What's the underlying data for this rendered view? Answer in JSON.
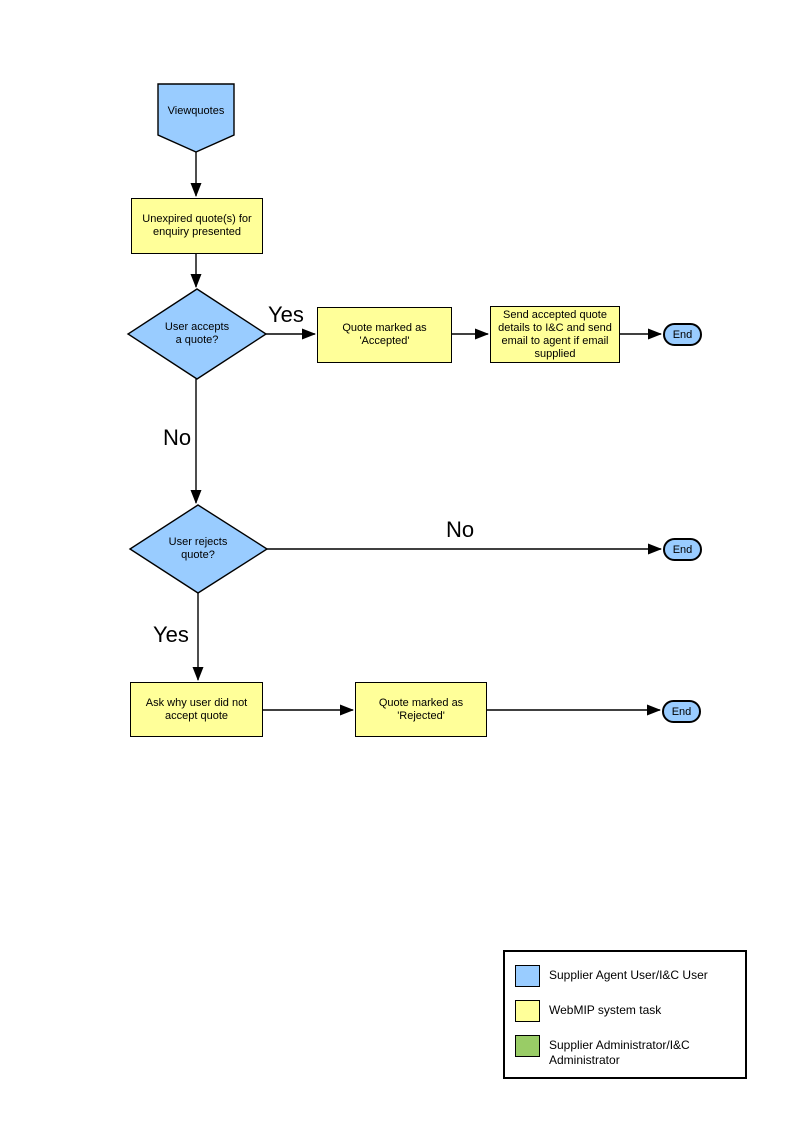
{
  "flowchart": {
    "start": {
      "label": "Viewquotes"
    },
    "steps": {
      "unexpired": {
        "label": "Unexpired quote(s) for enquiry presented"
      },
      "accepts": {
        "label": "User accepts a quote?"
      },
      "marked_accepted": {
        "label": "Quote  marked as 'Accepted'"
      },
      "send_details": {
        "label": "Send accepted quote details to I&C and send email to agent if email supplied"
      },
      "rejects": {
        "label": "User rejects quote?"
      },
      "ask_why": {
        "label": "Ask why user did not accept quote"
      },
      "marked_rejected": {
        "label": "Quote  marked as 'Rejected'"
      }
    },
    "terminators": {
      "end1": "End",
      "end2": "End",
      "end3": "End"
    },
    "edge_labels": {
      "accepts_yes": "Yes",
      "accepts_no": "No",
      "rejects_no": "No",
      "rejects_yes": "Yes"
    }
  },
  "colors": {
    "user_shape": "#99CCFF",
    "system_task": "#FFFF99",
    "admin_shape": "#99CC66",
    "outline": "#000000",
    "background": "#FFFFFF"
  },
  "legend": {
    "items": [
      {
        "color": "#99CCFF",
        "label": "Supplier Agent User/I&C User"
      },
      {
        "color": "#FFFF99",
        "label": "WebMIP system task"
      },
      {
        "color": "#99CC66",
        "label": "Supplier Administrator/I&C Administrator"
      }
    ]
  }
}
